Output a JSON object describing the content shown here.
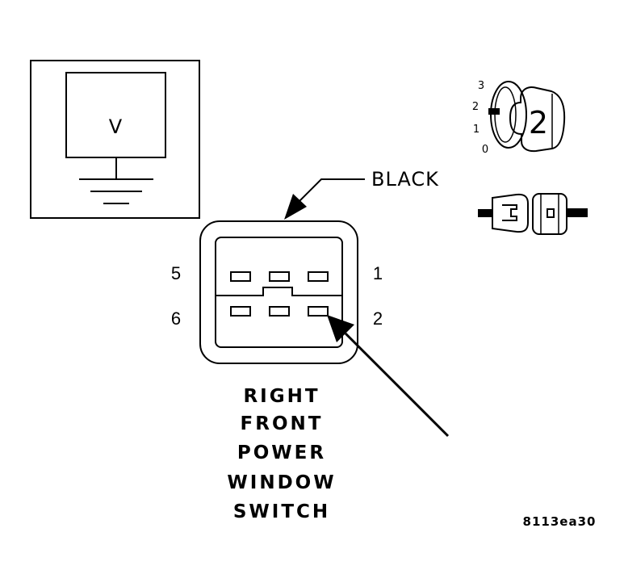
{
  "meter": {
    "symbol": "V"
  },
  "connector": {
    "color_label": "BLACK",
    "pins": {
      "top_left": "5",
      "top_right": "1",
      "bottom_left": "6",
      "bottom_right": "2"
    }
  },
  "title_lines": [
    "RIGHT",
    "FRONT",
    "POWER",
    "WINDOW",
    "SWITCH"
  ],
  "ignition": {
    "positions": [
      "3",
      "2",
      "1",
      "0"
    ],
    "key_number": "2"
  },
  "figure_id": "8113ea30"
}
